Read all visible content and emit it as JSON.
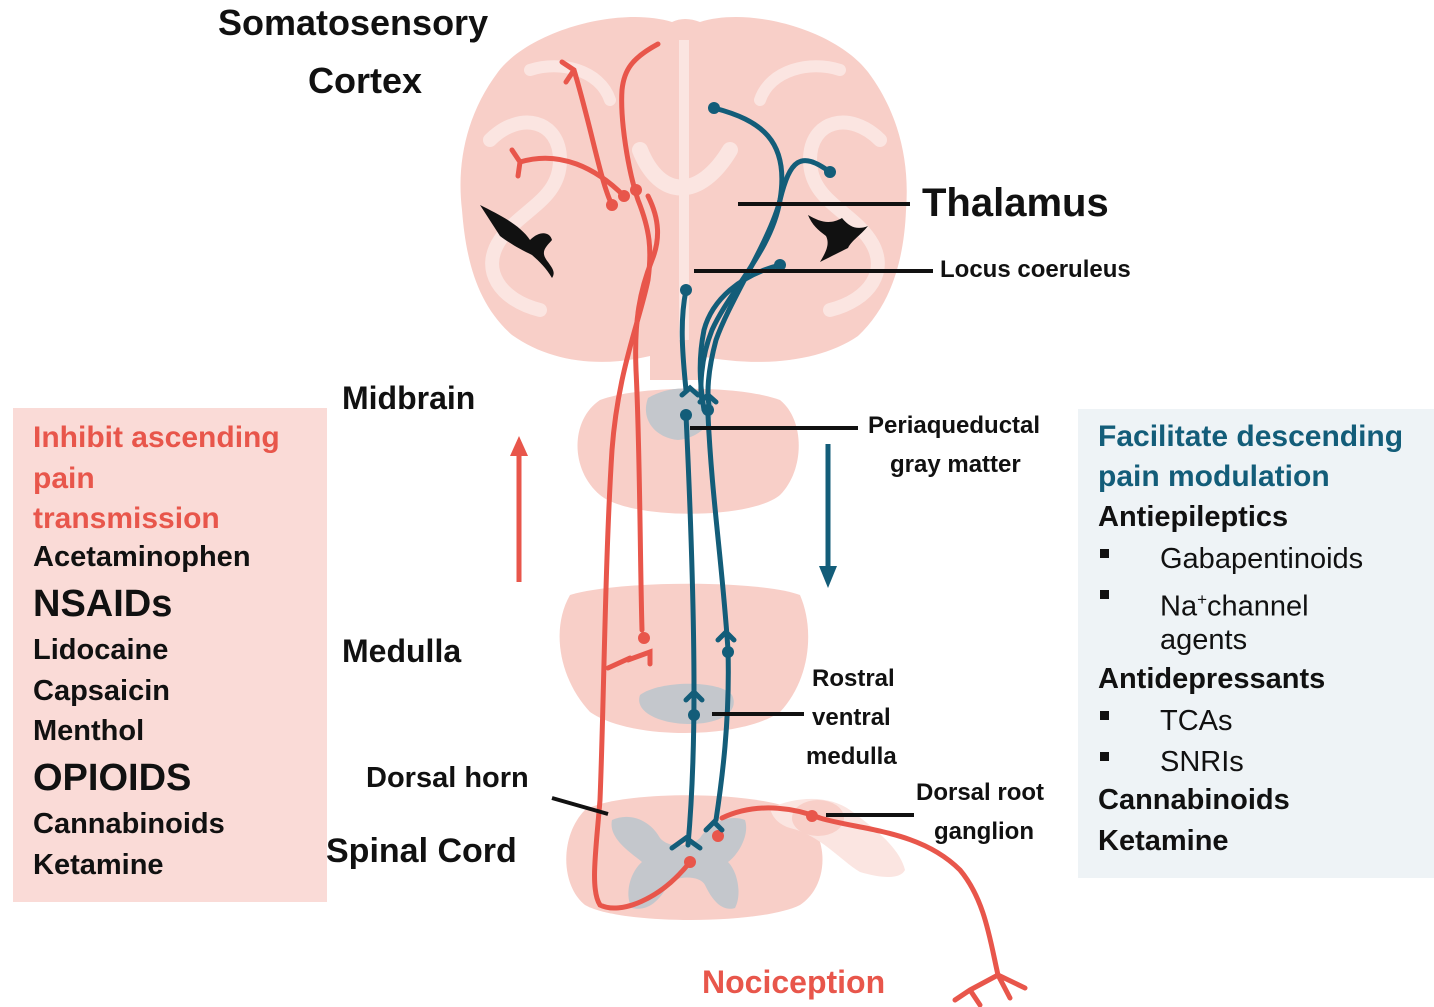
{
  "labels": {
    "cortex_line1": "Somatosensory",
    "cortex_line2": "Cortex",
    "thalamus": "Thalamus",
    "locus_coeruleus": "Locus coeruleus",
    "midbrain": "Midbrain",
    "pag_line1": "Periaqueductal",
    "pag_line2": "gray matter",
    "medulla": "Medulla",
    "rvm_line1": "Rostral",
    "rvm_line2": "ventral",
    "rvm_line3": "medulla",
    "dorsal_horn": "Dorsal horn",
    "spinal_cord": "Spinal Cord",
    "drg_line1": "Dorsal root",
    "drg_line2": "ganglion",
    "nociception": "Nociception"
  },
  "left_panel": {
    "title_line1": "Inhibit ascending",
    "title_line2": "pain",
    "title_line3": "transmission",
    "drugs": [
      "Acetaminophen",
      "NSAIDs",
      "Lidocaine",
      "Capsaicin",
      "Menthol",
      "OPIOIDS",
      "Cannabinoids",
      "Ketamine"
    ]
  },
  "right_panel": {
    "title_line1": "Facilitate descending",
    "title_line2": "pain modulation",
    "class1": "Antiepileptics",
    "class1_items": [
      "Gabapentinoids",
      "channel",
      "agents"
    ],
    "na_prefix": "Na",
    "na_sup": "+",
    "class2": "Antidepressants",
    "class2_items": [
      "TCAs",
      "SNRIs"
    ],
    "class3": "Cannabinoids",
    "class4": "Ketamine"
  },
  "colors": {
    "ascending": "#e8564b",
    "descending": "#135d79",
    "tissue": "#f8cfc8",
    "tissue_light": "#fbe5e1",
    "gray_matter": "#c4c7cc"
  }
}
